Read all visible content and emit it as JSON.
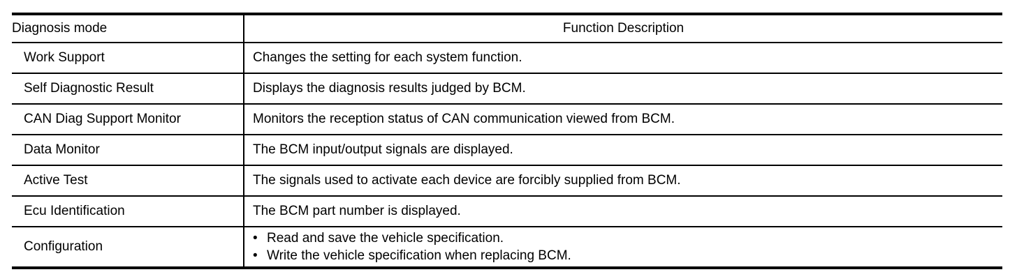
{
  "table": {
    "headers": [
      "Diagnosis mode",
      "Function Description"
    ],
    "bullet_char": "•",
    "rows": [
      {
        "mode": "Work Support",
        "description": "Changes the setting for each system function."
      },
      {
        "mode": "Self Diagnostic Result",
        "description": "Displays the diagnosis results judged by BCM."
      },
      {
        "mode": "CAN Diag Support Monitor",
        "description": "Monitors the reception status of CAN communication viewed from BCM."
      },
      {
        "mode": "Data Monitor",
        "description": "The BCM input/output signals are displayed."
      },
      {
        "mode": "Active Test",
        "description": "The signals used to activate each device are forcibly supplied from BCM."
      },
      {
        "mode": "Ecu Identification",
        "description": "The BCM part number is displayed."
      },
      {
        "mode": "Configuration",
        "bullets": [
          "Read and save the vehicle specification.",
          "Write the vehicle specification when replacing BCM."
        ]
      }
    ],
    "colors": {
      "border": "#000000",
      "text": "#000000",
      "background": "#ffffff"
    }
  }
}
